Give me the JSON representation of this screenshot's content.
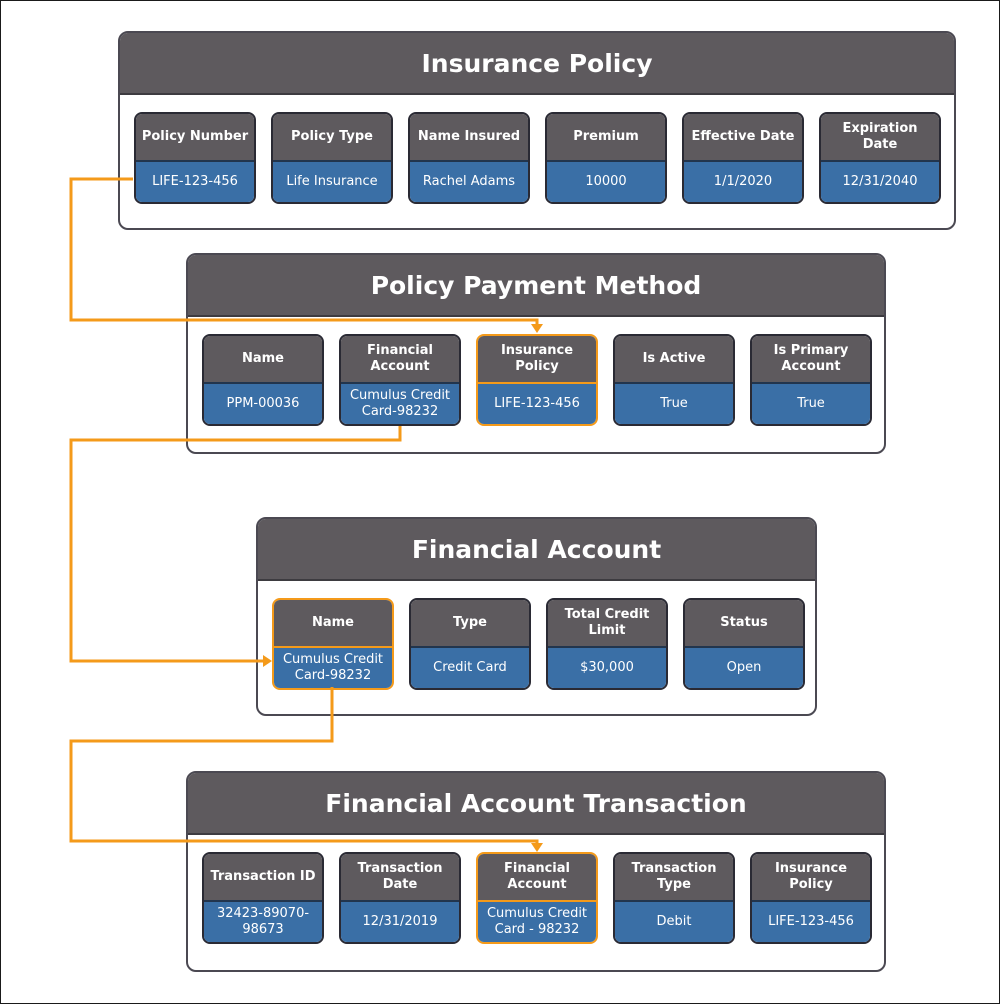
{
  "colors": {
    "header": "#5e5a5e",
    "value": "#3a6fa6",
    "connector": "#f49a1a",
    "border": "#4b4952"
  },
  "boxes": [
    {
      "title": "Insurance Policy",
      "fields": [
        {
          "label": "Policy Number",
          "value": "LIFE-123-456"
        },
        {
          "label": "Policy Type",
          "value": "Life Insurance"
        },
        {
          "label": "Name Insured",
          "value": "Rachel Adams"
        },
        {
          "label": "Premium",
          "value": "10000"
        },
        {
          "label": "Effective Date",
          "value": "1/1/2020"
        },
        {
          "label": "Expiration Date",
          "value": "12/31/2040"
        }
      ]
    },
    {
      "title": "Policy Payment Method",
      "fields": [
        {
          "label": "Name",
          "value": "PPM-00036"
        },
        {
          "label": "Financial Account",
          "value": "Cumulus Credit Card-98232"
        },
        {
          "label": "Insurance Policy",
          "value": "LIFE-123-456"
        },
        {
          "label": "Is Active",
          "value": "True"
        },
        {
          "label": "Is Primary Account",
          "value": "True"
        }
      ]
    },
    {
      "title": "Financial Account",
      "fields": [
        {
          "label": "Name",
          "value": "Cumulus Credit Card-98232"
        },
        {
          "label": "Type",
          "value": "Credit Card"
        },
        {
          "label": "Total Credit Limit",
          "value": "$30,000"
        },
        {
          "label": "Status",
          "value": "Open"
        }
      ]
    },
    {
      "title": "Financial Account Transaction",
      "fields": [
        {
          "label": "Transaction ID",
          "value": "32423-89070-98673"
        },
        {
          "label": "Transaction Date",
          "value": "12/31/2019"
        },
        {
          "label": "Financial Account",
          "value": "Cumulus Credit Card - 98232"
        },
        {
          "label": "Transaction Type",
          "value": "Debit"
        },
        {
          "label": "Insurance Policy",
          "value": "LIFE-123-456"
        }
      ]
    }
  ]
}
